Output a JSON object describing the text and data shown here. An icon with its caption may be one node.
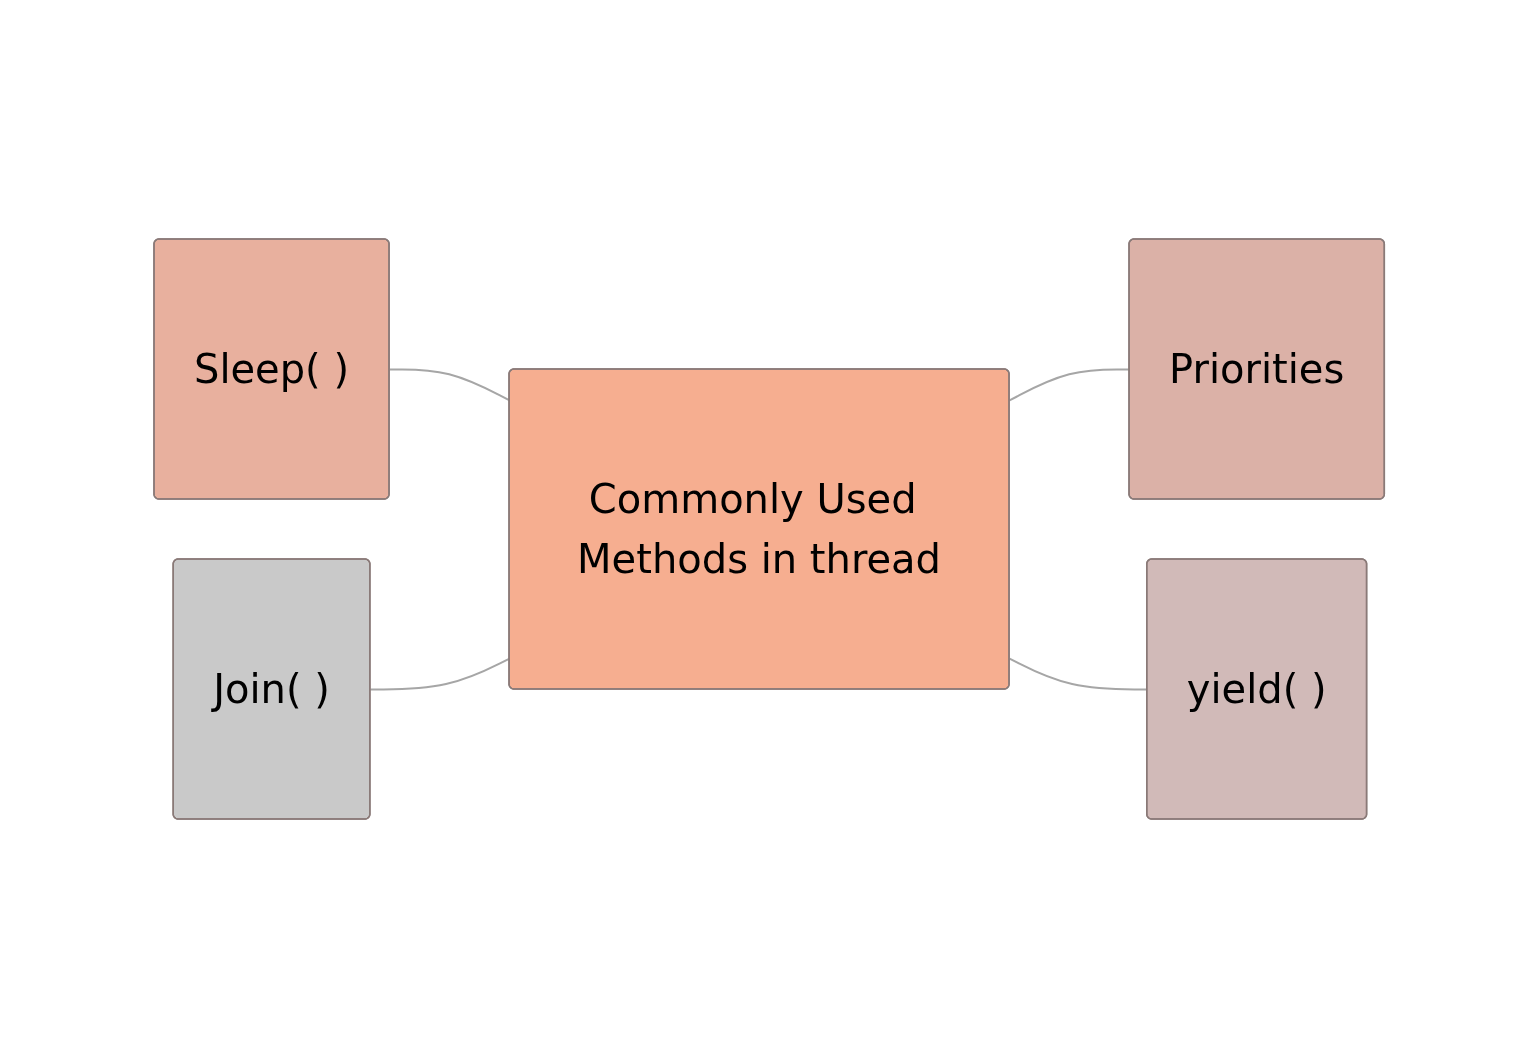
{
  "diagram": {
    "nodes": [
      {
        "text": [
          "Sleep( )"
        ]
      },
      {
        "text": [
          "Join( )"
        ]
      },
      {
        "text": [
          "Commonly Used Methods in thread"
        ]
      },
      {
        "text": [
          "Priorities"
        ]
      },
      {
        "text": [
          "yield( )"
        ]
      }
    ],
    "edges": [
      {
        "from": 0,
        "to": 2,
        "arrow": "none"
      },
      {
        "from": 1,
        "to": 2,
        "arrow": "none"
      },
      {
        "from": 2,
        "to": 3,
        "arrow": "none"
      },
      {
        "from": 2,
        "to": 4,
        "arrow": "none"
      }
    ]
  }
}
